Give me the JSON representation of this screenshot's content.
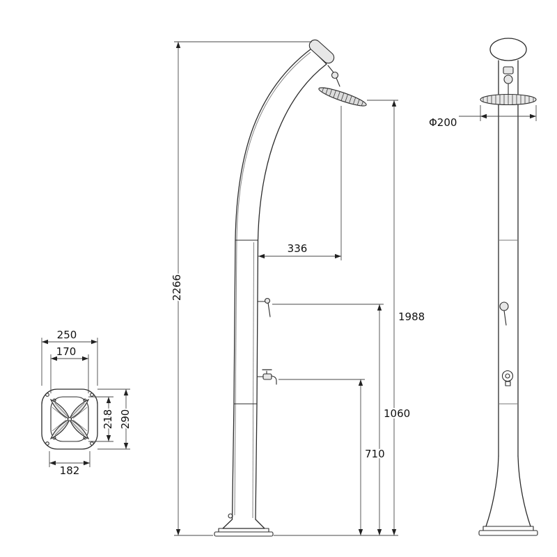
{
  "drawing": {
    "side": {
      "total_height": "2266",
      "head_offset": "336",
      "shower_head_height": "1988",
      "mixer_height": "1060",
      "tap_height": "710"
    },
    "front": {
      "head_diameter": "Φ200"
    },
    "top": {
      "overall_width": "250",
      "inner_width": "170",
      "overall_depth": "290",
      "inner_depth": "218",
      "base_width": "182"
    }
  }
}
